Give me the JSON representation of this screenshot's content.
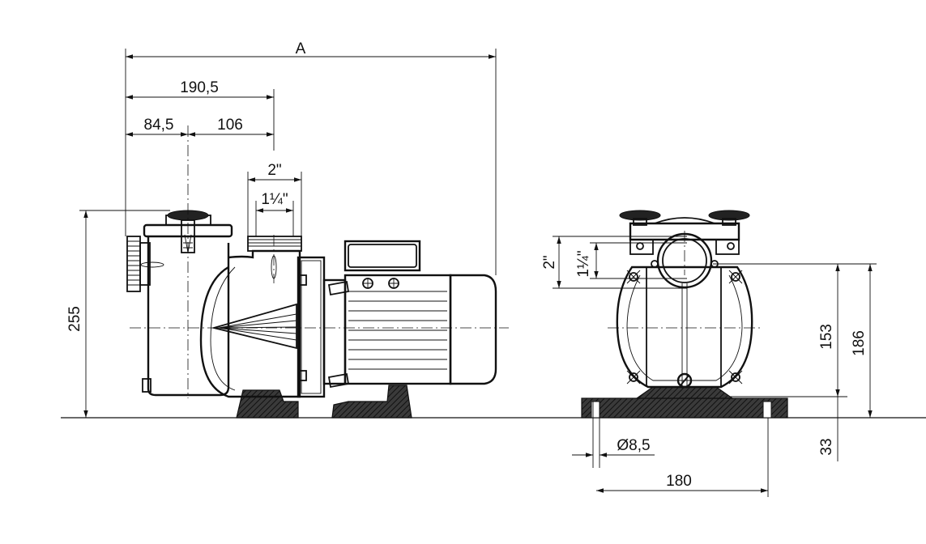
{
  "dimensions": {
    "total_length": "A",
    "to_outlet": "190,5",
    "inlet_offset": "84,5",
    "inlet_to_outlet": "106",
    "outlet_outer": "2\"",
    "outlet_inner": "1¼\"",
    "total_height": "255",
    "front_outlet_outer": "2\"",
    "front_outlet_inner": "1¼\"",
    "axis_height": "153",
    "top_height": "186",
    "base_height": "33",
    "hole_diameter": "Ø8,5",
    "base_width": "180"
  }
}
